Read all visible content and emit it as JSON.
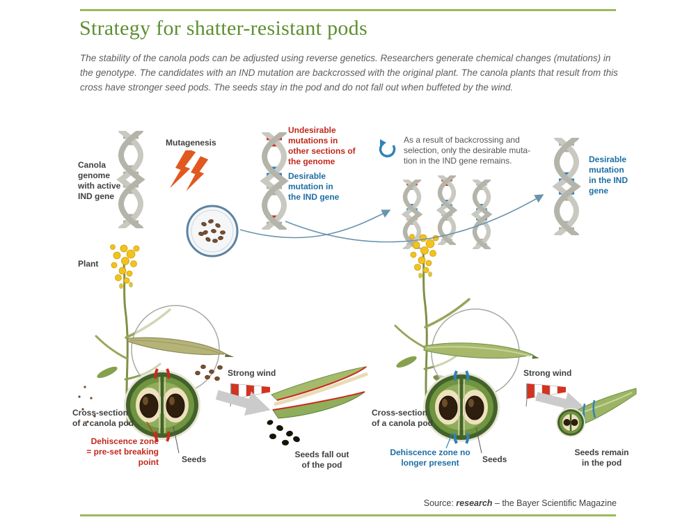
{
  "title": "Strategy for shatter-resistant pods",
  "intro": "The stability of the canola pods can be adjusted using reverse genetics. Researchers generate chemical changes (mutations) in the genotype. The candidates with an IND mutation are backcrossed with the original plant. The canola plants that result from this cross have stronger seed pods. The seeds stay in the pod and do not fall out when buffeted by the wind.",
  "genetics": {
    "genome_label": "Canola\ngenome\nwith active\nIND gene",
    "mutagenesis_label": "Mutagenesis",
    "undesirable_label": "Undesirable\nmutations in\nother sections of\nthe genome",
    "desirable_label": "Desirable\nmutation in\nthe IND gene",
    "backcross_note": "As a result of backcrossing and\nselection, only the desirable muta-\ntion in the IND gene remains.",
    "result_label": "Desirable\nmutation\nin the IND\ngene"
  },
  "left_panel": {
    "plant_label": "Plant",
    "cross_section_label": "Cross-section\nof a canola pod",
    "dehiscence_label": "Dehiscence zone\n= pre-set breaking\npoint",
    "seeds_label": "Seeds",
    "wind_label": "Strong wind",
    "outcome_label": "Seeds fall out\nof the pod"
  },
  "right_panel": {
    "cross_section_label": "Cross-section\nof a canola pod",
    "dehiscence_label": "Dehiscence zone no\nlonger present",
    "seeds_label": "Seeds",
    "wind_label": "Strong wind",
    "outcome_label": "Seeds remain\nin the pod"
  },
  "source": {
    "prefix": "Source: ",
    "name": "research",
    "suffix": " – the Bayer Scientific Magazine"
  },
  "colors": {
    "accent_green": "#5c8f31",
    "rule_green": "#9ab95c",
    "red": "#c0281c",
    "blue": "#1c6ea4",
    "orange": "#e2591f",
    "text_gray": "#3f3f3f"
  }
}
